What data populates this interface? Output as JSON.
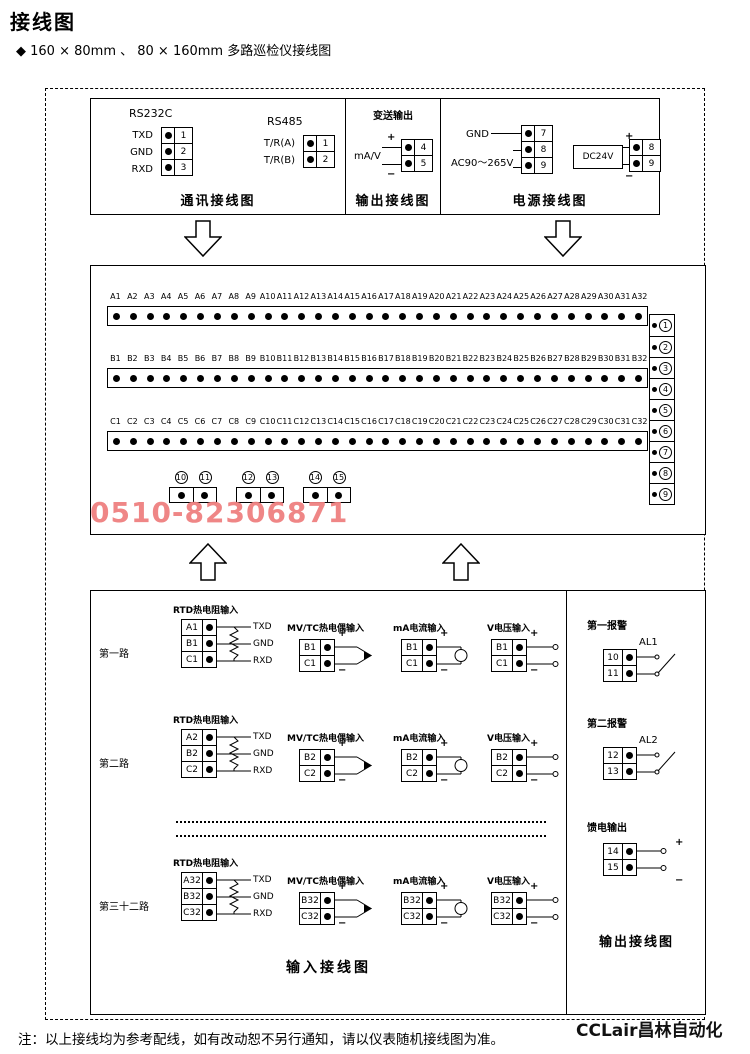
{
  "page": {
    "title": "接线图",
    "bullet": "◆",
    "subtitle": "160 × 80mm 、 80 × 160mm 多路巡检仪接线图",
    "note": "注：以上接线均为参考配线，如有改动恕不另行通知，请以仪表随机接线图为准。",
    "phone_watermark": "0510-82306871",
    "brand_watermark": "CCLair昌林自动化",
    "colors": {
      "watermark_red": "#ef8080",
      "line": "#000000"
    }
  },
  "comm_box": {
    "caption": "通讯接线图",
    "rs232c": {
      "title": "RS232C",
      "rows": [
        {
          "label": "TXD",
          "num": "1"
        },
        {
          "label": "GND",
          "num": "2"
        },
        {
          "label": "RXD",
          "num": "3"
        }
      ]
    },
    "rs485": {
      "title": "RS485",
      "rows": [
        {
          "label": "T/R(A)",
          "num": "1"
        },
        {
          "label": "T/R(B)",
          "num": "2"
        }
      ]
    }
  },
  "transmit_box": {
    "caption": "输出接线图",
    "title": "变送输出",
    "signal": "mA/V",
    "plus": "+",
    "minus": "−",
    "terminals": [
      "4",
      "5"
    ]
  },
  "power_box": {
    "caption": "电源接线图",
    "gnd_label": "GND",
    "ac_label": "AC90～265V",
    "ac_terminals": [
      "7",
      "8",
      "9"
    ],
    "dc_label": "DC24V",
    "dc_terminals": [
      "8",
      "9"
    ],
    "plus": "+",
    "minus": "−"
  },
  "board": {
    "rows": [
      {
        "prefix": "A",
        "start": 1,
        "end": 32
      },
      {
        "prefix": "B",
        "start": 1,
        "end": 32
      },
      {
        "prefix": "C",
        "start": 1,
        "end": 32
      }
    ],
    "side_terminals": [
      "1",
      "2",
      "3",
      "4",
      "5",
      "6",
      "7",
      "8",
      "9"
    ],
    "bottom_groups": [
      {
        "labels": [
          "10",
          "11"
        ]
      },
      {
        "labels": [
          "12",
          "13"
        ]
      },
      {
        "labels": [
          "14",
          "15"
        ]
      }
    ]
  },
  "input_box": {
    "caption": "输入接线图",
    "groups": {
      "rtd_title": "RTD热电阻输入",
      "tc_title": "MV/TC热电偶输入",
      "ma_title": "mA电流输入",
      "v_title": "V电压输入"
    },
    "rtd_wire_labels": [
      "TXD",
      "GND",
      "RXD"
    ],
    "plus": "+",
    "minus": "−",
    "channels": [
      {
        "name": "第一路",
        "a": "A1",
        "b": "B1",
        "c": "C1"
      },
      {
        "name": "第二路",
        "a": "A2",
        "b": "B2",
        "c": "C2"
      },
      {
        "name": "第三十二路",
        "a": "A32",
        "b": "B32",
        "c": "C32"
      }
    ]
  },
  "output_box": {
    "caption": "输出接线图",
    "alarms": [
      {
        "title": "第一报警",
        "tag": "AL1",
        "terminals": [
          "10",
          "11"
        ]
      },
      {
        "title": "第二报警",
        "tag": "AL2",
        "terminals": [
          "12",
          "13"
        ]
      }
    ],
    "feed": {
      "title": "馈电输出",
      "terminals": [
        "14",
        "15"
      ],
      "plus": "+",
      "minus": "−"
    }
  }
}
